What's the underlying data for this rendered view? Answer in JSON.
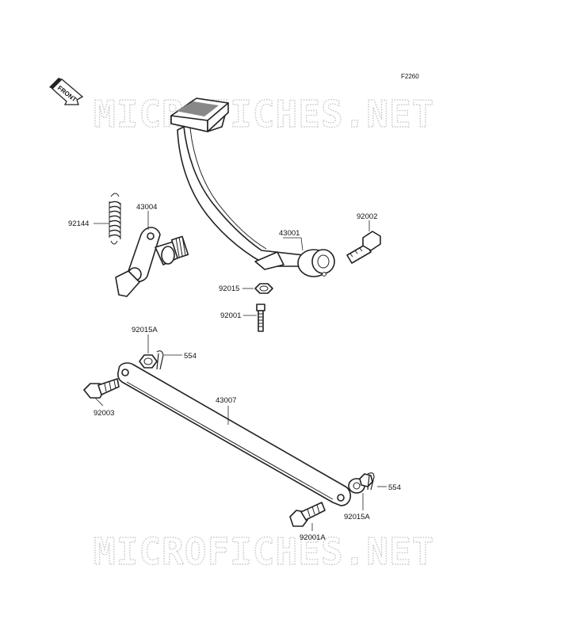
{
  "diagram": {
    "code": "F2260",
    "front_label": "FRONT",
    "watermark_top": "MICROFICHES.NET",
    "watermark_bottom": "MICROFICHES.NET",
    "parts": {
      "brake_pedal": "43001",
      "pedal_bolt": "92002",
      "nut": "92015",
      "adjust_bolt": "92001",
      "spring": "92144",
      "lever_shaft": "43004",
      "nut_a_top": "92015A",
      "pin_top": "554",
      "rod": "43007",
      "rod_bolt": "92003",
      "pin_bottom": "554",
      "nut_a_bottom": "92015A",
      "bolt_a": "92001A"
    }
  }
}
